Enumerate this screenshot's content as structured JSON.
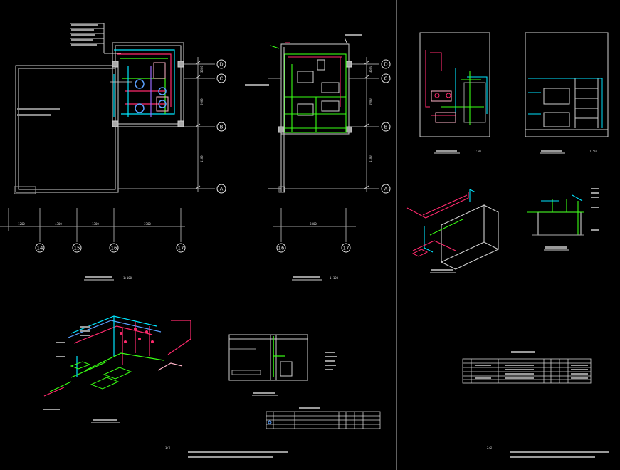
{
  "drawing": {
    "bubbles_y": [
      "D",
      "C",
      "B",
      "A"
    ],
    "bubbles_x_left": [
      "14",
      "15",
      "16",
      "17"
    ],
    "bubbles_x_mid": [
      "16",
      "17"
    ],
    "dims_vertical": [
      "3600",
      "5900",
      "1100"
    ],
    "dims_horizontal_left": [
      "1200",
      "4300",
      "1300",
      "3700"
    ],
    "dims_horizontal_mid": [
      "3300"
    ],
    "scale_left": "1:100",
    "scale_mid": "1:100",
    "scale_right_a": "1:50",
    "scale_right_b": "1:50",
    "pages": [
      "1/2",
      "2/2"
    ]
  }
}
